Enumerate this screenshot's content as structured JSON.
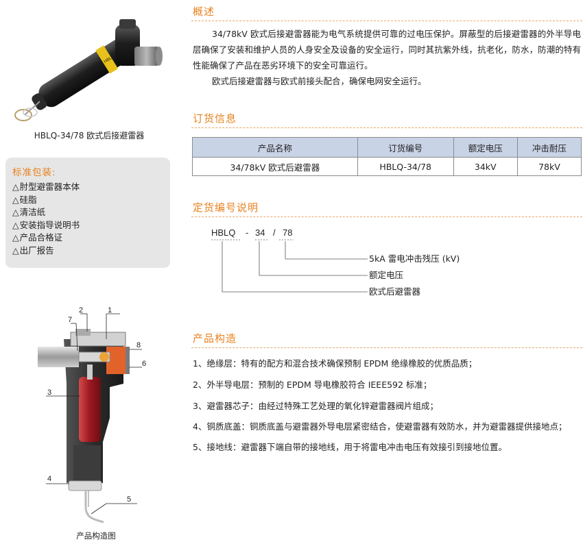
{
  "product_photo": {
    "caption": "HBLQ-34/78 欧式后接避雷器",
    "label_on_body": "HBLQ"
  },
  "packaging": {
    "title": "标准包装:",
    "items": [
      "肘型避雷器本体",
      "硅脂",
      "清洁纸",
      "安装指导说明书",
      "产品合格证",
      "出厂报告"
    ],
    "bullet": "△"
  },
  "structure_diagram": {
    "caption": "产品构造图",
    "callouts": [
      "1",
      "2",
      "3",
      "4",
      "5",
      "6",
      "7",
      "8"
    ]
  },
  "overview": {
    "title": "概述",
    "paragraph1": "34/78kV 欧式后接避雷器能为电气系统提供可靠的过电压保护。屏蔽型的后接避雷器的外半导电层确保了安装和维护人员的人身安全及设备的安全运行，同时其抗紫外线，抗老化，防水，防潮的特有性能确保了产品在恶劣环境下的安全可靠运行。",
    "paragraph2": "欧式后接避雷器与欧式前接头配合，确保电网安全运行。"
  },
  "ordering": {
    "title": "订货信息",
    "headers": [
      "产品名称",
      "订货编号",
      "额定电压",
      "冲击耐压"
    ],
    "rows": [
      [
        "34/78kV 欧式后避雷器",
        "HBLQ-34/78",
        "34kV",
        "78kV"
      ]
    ]
  },
  "code_explanation": {
    "title": "定货编号说明",
    "code_parts": [
      "HBLQ",
      "-",
      "34",
      "/",
      "78"
    ],
    "labels": [
      "5kA 雷电冲击残压 (kV)",
      "额定电压",
      "欧式后避雷器"
    ]
  },
  "construction": {
    "title": "产品构造",
    "items": [
      "1、绝缘层：特有的配方和混合技术确保预制 EPDM 绝缘橡胶的优质品质；",
      "2、外半导电层：预制的 EPDM 导电橡胶符合 IEEE592 标准；",
      "3、避雷器芯子：由经过特殊工艺处理的氧化锌避雷器阀片组成；",
      "4、铜质底盖：铜质底盖与避雷器外导电层紧密结合，使避雷器有效防水，并为避雷器提供接地点；",
      "5、接地线：避雷器下端自带的接地线，用于将雷电冲击电压有效接引到接地位置。"
    ]
  },
  "colors": {
    "accent": "#e8811f",
    "table_header": "#c9d3e6",
    "pack_bg": "#e6e6e6",
    "rubber": "#3a3a3a",
    "core": "#b0202a"
  }
}
